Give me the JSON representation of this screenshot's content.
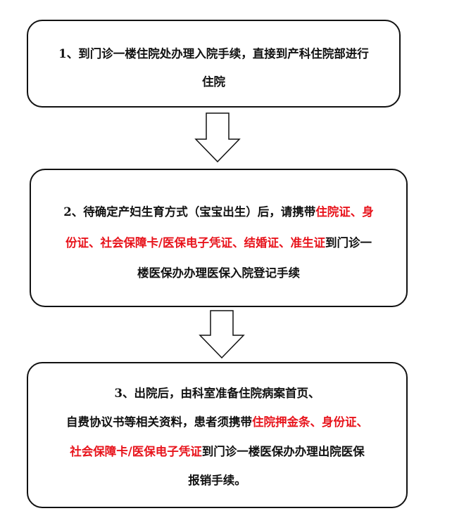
{
  "colors": {
    "text": "#111111",
    "highlight": "#e8141c",
    "border": "#111111"
  },
  "steps": [
    {
      "lines": [
        [
          {
            "t": "1、到门诊一楼住院处办理入院手续，直接到产科住院部进行",
            "red": false
          }
        ],
        [
          {
            "t": "住院",
            "red": false
          }
        ]
      ]
    },
    {
      "lines": [
        [
          {
            "t": "2、待确定产妇生育方式（宝宝出生）后，请携带",
            "red": false
          },
          {
            "t": "住院证、身",
            "red": true
          }
        ],
        [
          {
            "t": "份证、社会保障卡/医保电子凭证、结婚证、准生证",
            "red": true
          },
          {
            "t": "到门诊一",
            "red": false
          }
        ],
        [
          {
            "t": "楼医保办办理医保入院登记手续",
            "red": false
          }
        ]
      ]
    },
    {
      "lines": [
        [
          {
            "t": "3、出院后，由科室准备住院病案首页、",
            "red": false
          }
        ],
        [
          {
            "t": "自费协议书等相关资料，患者须携带",
            "red": false
          },
          {
            "t": "住院押金条、身份证、",
            "red": true
          }
        ],
        [
          {
            "t": "社会保障卡/医保电子凭证",
            "red": true
          },
          {
            "t": "到门诊一楼医保办办理出院医保",
            "red": false
          }
        ],
        [
          {
            "t": "报销手续。",
            "red": false
          }
        ]
      ]
    }
  ],
  "arrows": [
    {
      "direction": "down"
    },
    {
      "direction": "down"
    }
  ]
}
